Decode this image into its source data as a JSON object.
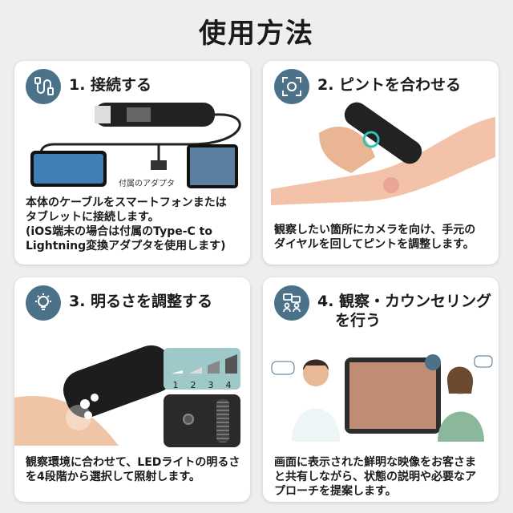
{
  "title": "使用方法",
  "steps": [
    {
      "heading": "1. 接続する",
      "icon": "cable-icon",
      "caption": "付属のアダプタ",
      "lines": [
        "本体のケーブルをスマートフォンまたは",
        "タブレットに接続します。",
        "(iOS端末の場合は付属のType-C to",
        "Lightning変換アダプタを使用します)"
      ]
    },
    {
      "heading": "2. ピントを合わせる",
      "icon": "focus-icon",
      "lines": [
        "観察したい箇所にカメラを向け、手元の",
        "ダイヤルを回してピントを調整します。"
      ]
    },
    {
      "heading": "3. 明るさを調整する",
      "icon": "lightbulb-icon",
      "levels": [
        "1",
        "2",
        "3",
        "4"
      ],
      "lines": [
        "観察環境に合わせて、LEDライトの明るさ",
        "を4段階から選択して照射します。"
      ]
    },
    {
      "heading_line1": "4. 観察・カウンセリング",
      "heading_line2": "を行う",
      "icon": "conversation-icon",
      "lines": [
        "画面に表示された鮮明な映像をお客さま",
        "と共有しながら、状態の説明や必要なア",
        "プローチを提案します。"
      ]
    }
  ],
  "colors": {
    "accent": "#4c7289",
    "background": "#eceef0"
  }
}
